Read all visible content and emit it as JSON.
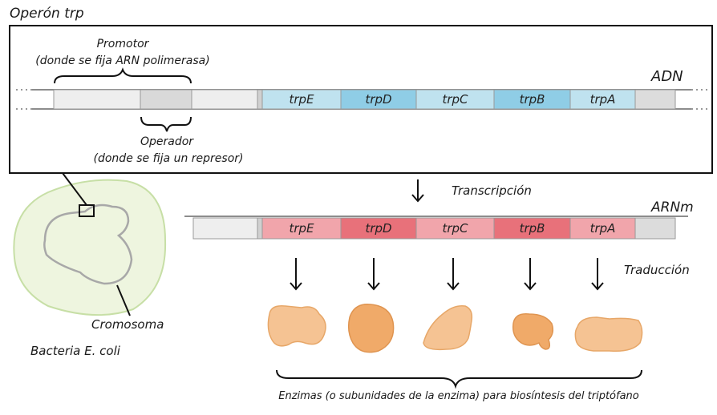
{
  "title": "Operón trp",
  "dna": {
    "label": "ADN",
    "promoter_label": "Promotor",
    "promoter_note": "(donde se fija ARN polimerasa)",
    "operator_label": "Operador",
    "operator_note": "(donde se fija un represor)",
    "genes": [
      "trpE",
      "trpD",
      "trpC",
      "trpB",
      "trpA"
    ],
    "gene_colors": [
      "#bfe2ef",
      "#8fcde6",
      "#bfe2ef",
      "#8fcde6",
      "#bfe2ef"
    ]
  },
  "transcription_label": "Transcripción",
  "mrna": {
    "label": "ARNm",
    "genes": [
      "trpE",
      "trpD",
      "trpC",
      "trpB",
      "trpA"
    ],
    "gene_colors": [
      "#f1a5ab",
      "#e8717a",
      "#f1a5ab",
      "#e8717a",
      "#f1a5ab"
    ]
  },
  "translation_label": "Traducción",
  "enzymes_label": "Enzimas (o subunidades de la enzima) para biosíntesis del triptófano",
  "bacteria": {
    "chromosome_label": "Cromosoma",
    "bacteria_label": "Bacteria E. coli"
  },
  "colors": {
    "enzyme_light": "#f5c393",
    "enzyme_dark": "#f0aa69",
    "cell_fill": "#eef5df",
    "cell_stroke": "#c7dfa6"
  }
}
